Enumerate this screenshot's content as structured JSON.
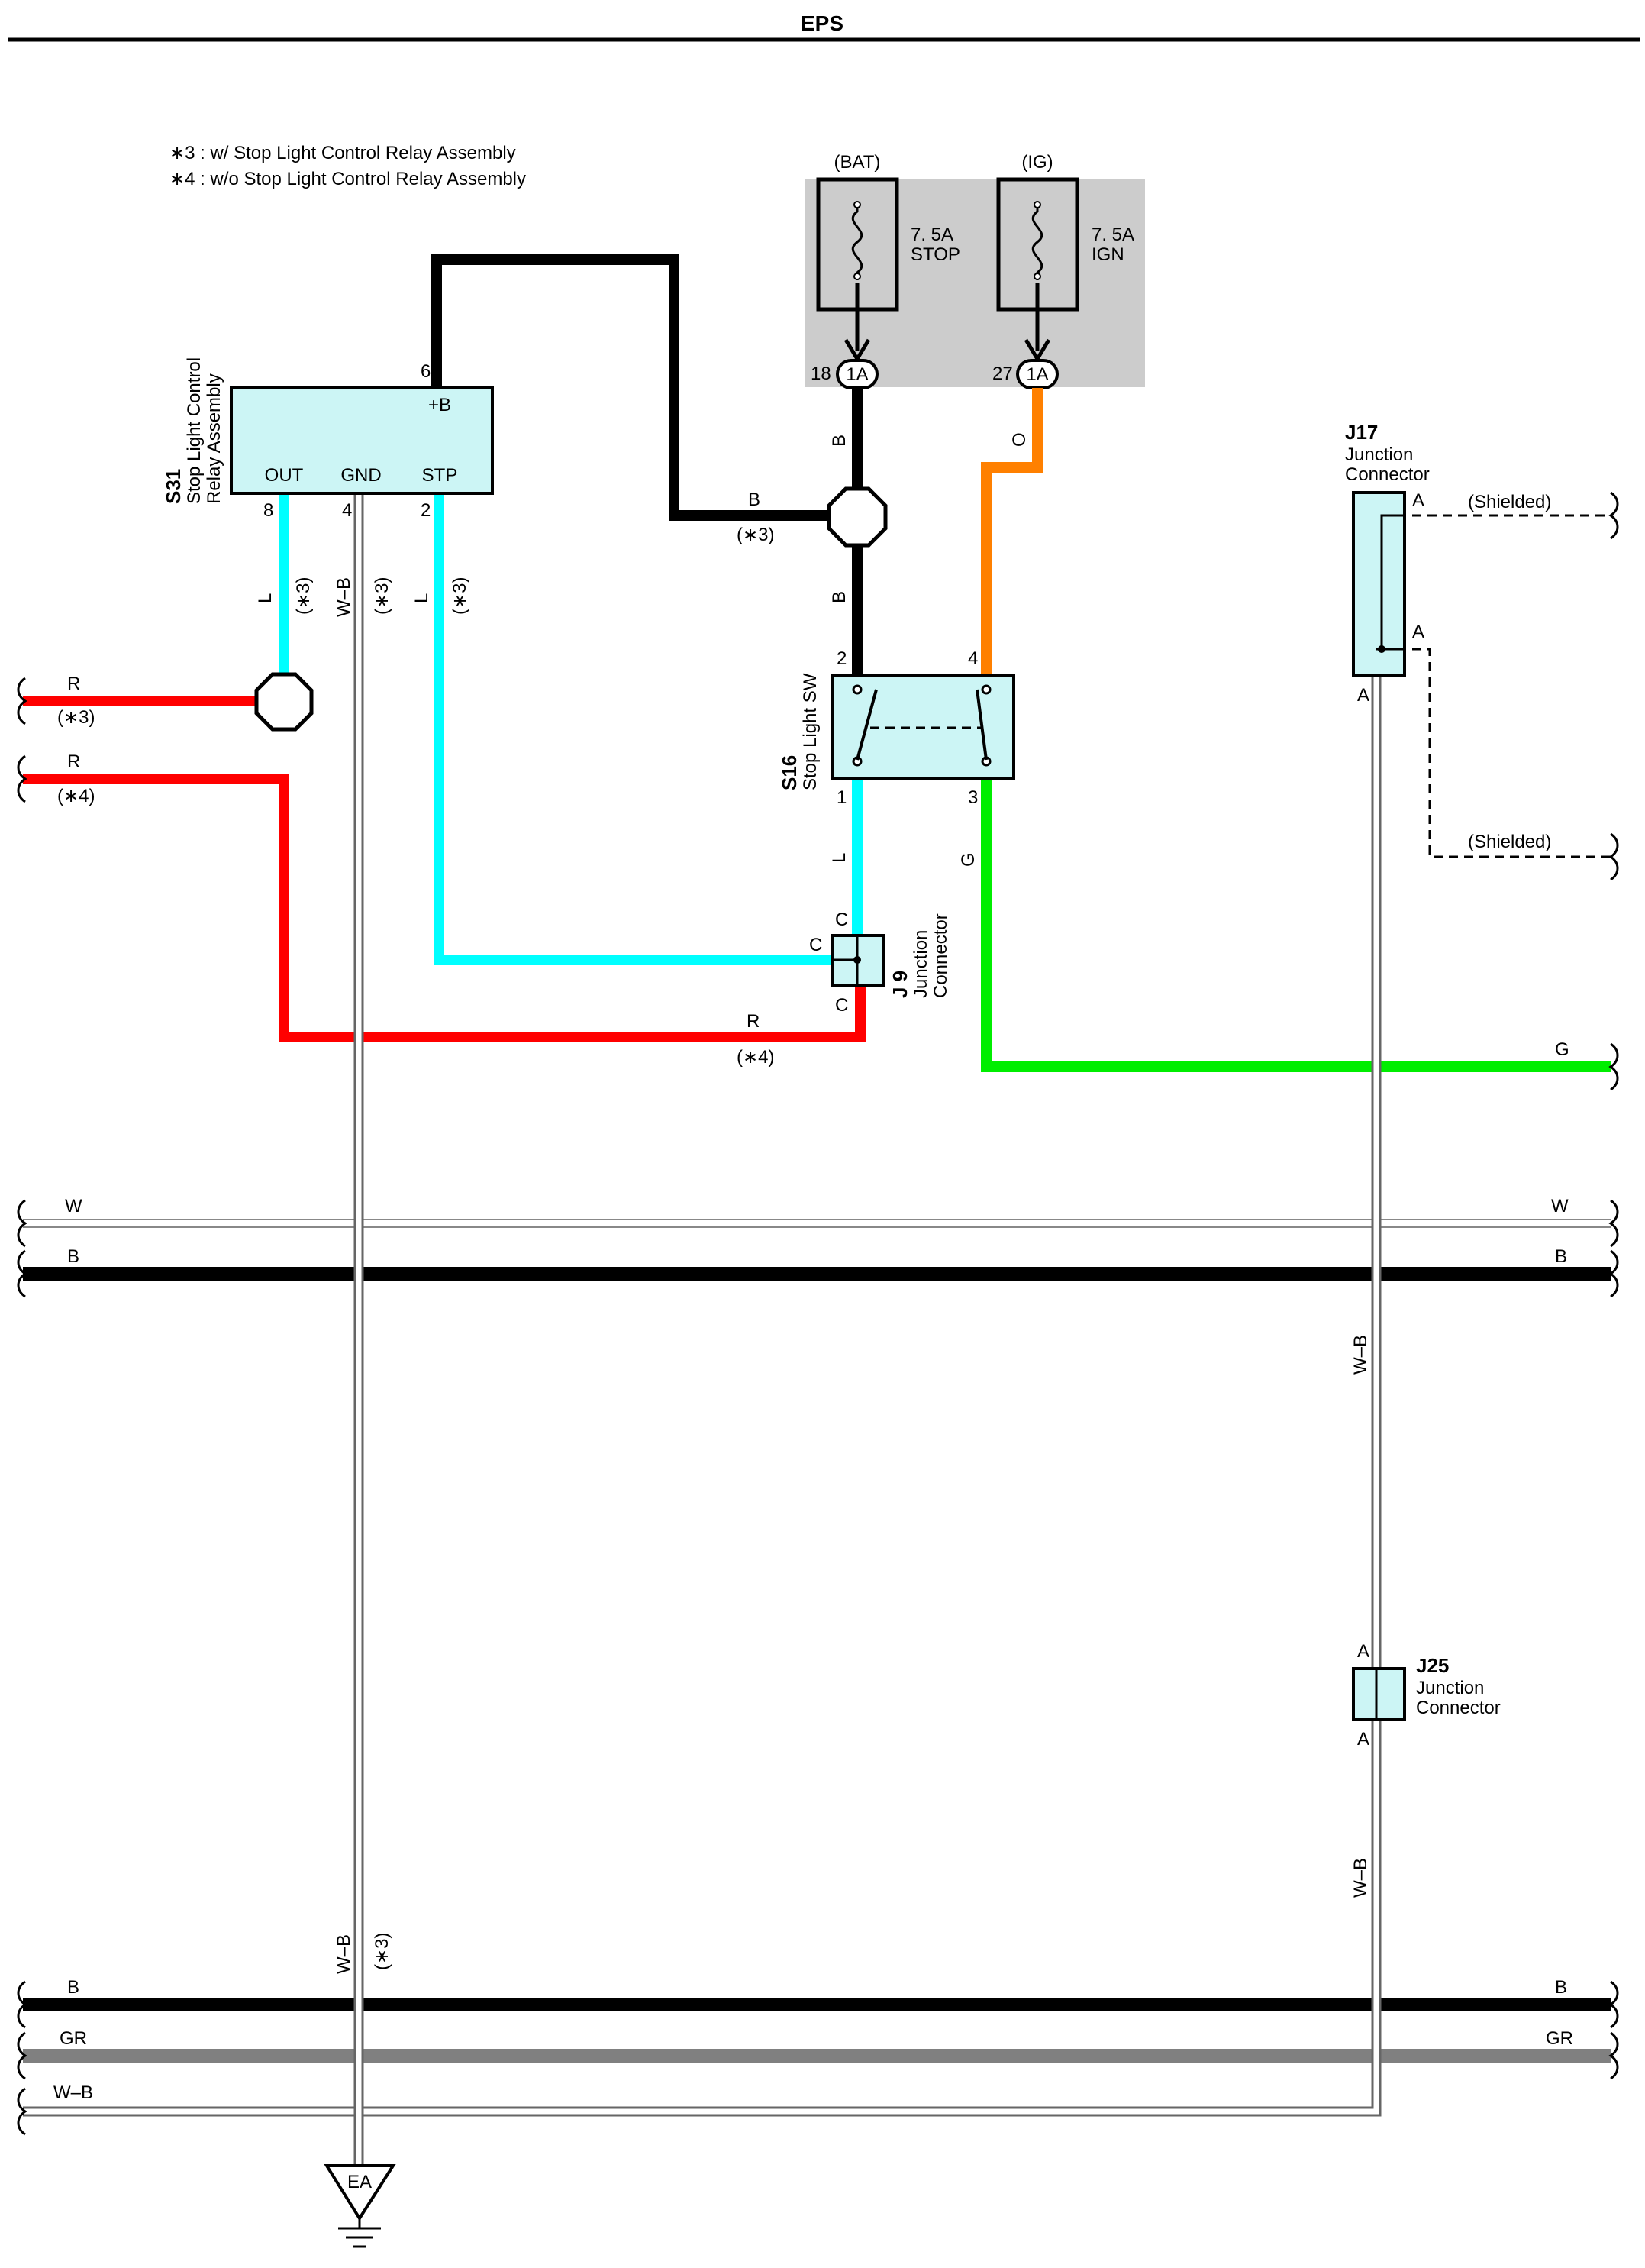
{
  "title": "EPS",
  "notes": {
    "n3": "∗3 : w/ Stop Light Control Relay Assembly",
    "n4": "∗4 : w/o Stop Light Control Relay Assembly"
  },
  "fuses": {
    "bat": {
      "source": "(BAT)",
      "rating": "7. 5A",
      "name": "STOP",
      "pin": "18",
      "connector": "1A"
    },
    "ig": {
      "source": "(IG)",
      "rating": "7. 5A",
      "name": "IGN",
      "pin": "27",
      "connector": "1A"
    }
  },
  "s31": {
    "code": "S31",
    "name1": "Stop Light Control",
    "name2": "Relay Assembly",
    "pins": {
      "b_label": "+B",
      "b_num": "6",
      "out": "OUT",
      "out_num": "8",
      "gnd": "GND",
      "gnd_num": "4",
      "stp": "STP",
      "stp_num": "2"
    }
  },
  "s16": {
    "code": "S16",
    "name": "Stop Light SW",
    "pin1": "1",
    "pin2": "2",
    "pin3": "3",
    "pin4": "4"
  },
  "j9": {
    "code": "J 9",
    "name1": "Junction",
    "name2": "Connector",
    "pin": "C"
  },
  "j17": {
    "code": "J17",
    "name1": "Junction",
    "name2": "Connector",
    "pin": "A",
    "shielded": "(Shielded)"
  },
  "j25": {
    "code": "J25",
    "name1": "Junction",
    "name2": "Connector",
    "pin": "A"
  },
  "ground": {
    "label": "EA"
  },
  "wire_labels": {
    "B": "B",
    "L": "L",
    "R": "R",
    "O": "O",
    "G": "G",
    "W": "W",
    "WB": "W–B",
    "GR": "GR",
    "note3": "(∗3)",
    "note4": "(∗4)"
  },
  "colors": {
    "black": "#000000",
    "light_blue": "#00ffff",
    "red": "#ff0000",
    "orange": "#ff8000",
    "green": "#00ee00",
    "gray": "#808080",
    "fuse_box": "#cccccc",
    "component": "#ccf5f5"
  }
}
